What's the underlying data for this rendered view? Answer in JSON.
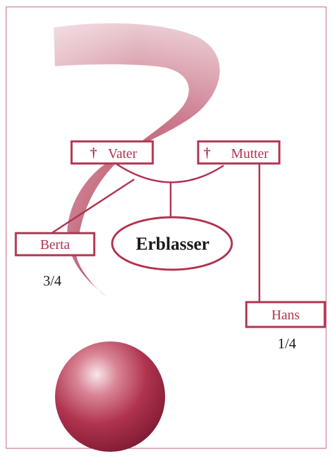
{
  "colors": {
    "accent": "#b0334f",
    "accent_dark": "#8e1f3a",
    "frame": "#c06080",
    "text_dark": "#1a1a1a",
    "background": "#ffffff"
  },
  "decoration": {
    "shape": "question-mark",
    "style": "gradient"
  },
  "nodes": {
    "vater": {
      "symbol": "†",
      "label": "Vater"
    },
    "mutter": {
      "symbol": "†",
      "label": "Mutter"
    },
    "erblasser": {
      "label": "Erblasser"
    },
    "berta": {
      "label": "Berta",
      "share": "3/4"
    },
    "hans": {
      "label": "Hans",
      "share": "1/4"
    }
  }
}
